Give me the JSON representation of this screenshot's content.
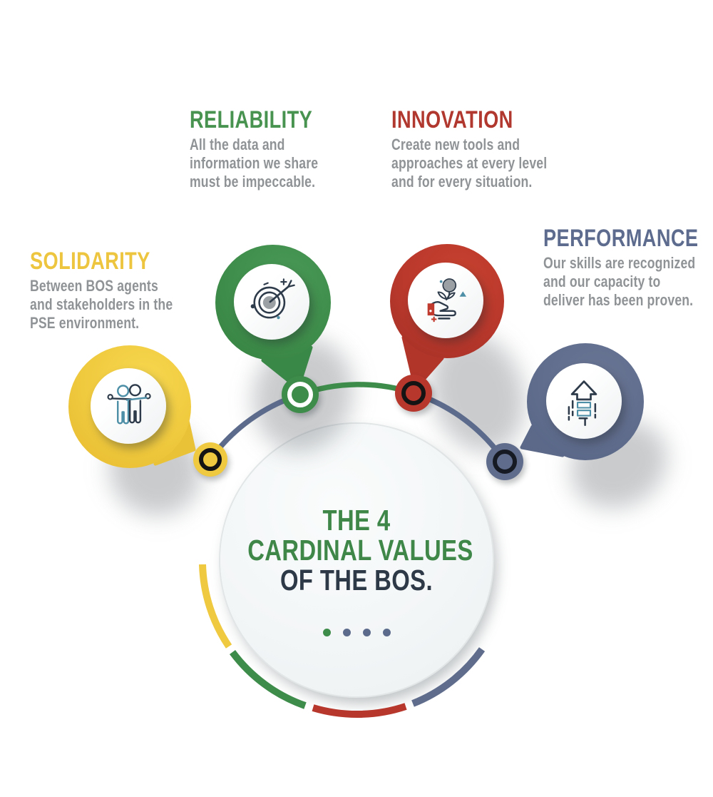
{
  "values": [
    {
      "id": "solidarity",
      "title": "SOLIDARITY",
      "description": "Between BOS agents\nand stakeholders in the\nPSE environment.",
      "color": "#EDC53F",
      "icon": "people-hug-icon"
    },
    {
      "id": "reliability",
      "title": "RELIABILITY",
      "description": "All the data and\ninformation we share\nmust be impeccable.",
      "color": "#47934F",
      "icon": "target-arrow-icon"
    },
    {
      "id": "innovation",
      "title": "INNOVATION",
      "description": "Create new tools and\napproaches at every level\nand for every situation.",
      "color": "#B1382F",
      "icon": "hand-plant-icon"
    },
    {
      "id": "performance",
      "title": "PERFORMANCE",
      "description": "Our skills are recognized\nand our capacity to\ndeliver has been proven.",
      "color": "#5D6C8E",
      "icon": "arrow-up-icon"
    }
  ],
  "center": {
    "title_line1": "THE 4",
    "title_line2": "CARDINAL VALUES",
    "title_line3": "OF THE BOS.",
    "title_color_main": "#3E8749",
    "title_color_accent": "#2E3947",
    "dot_colors": [
      "#3E8C4A",
      "#5C6B8C",
      "#5C6B8C",
      "#5C6B8C"
    ]
  },
  "palette": {
    "yellow": "#EFC93F",
    "green": "#3E8C4A",
    "red": "#B7372C",
    "blue_gray": "#5F6C8C",
    "connector_line": "#5C6B8C",
    "body_text_gray": "#909396"
  }
}
